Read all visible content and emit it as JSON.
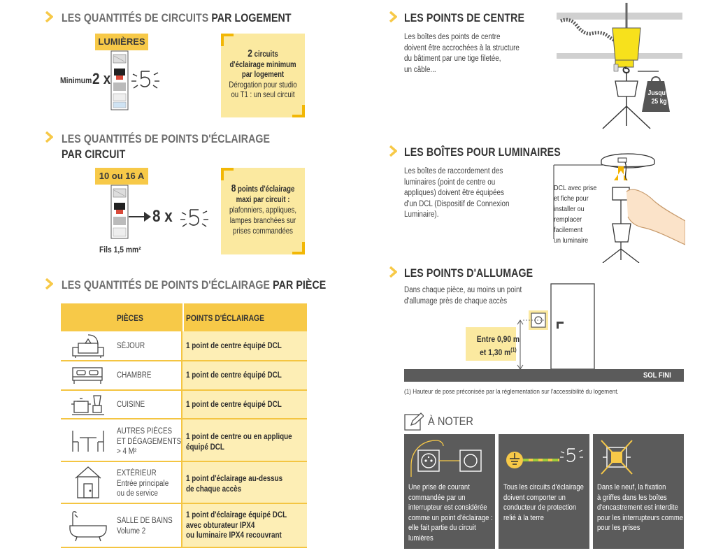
{
  "left": {
    "section1": {
      "title_prefix": "LES QUANTITÉS DE CIRCUITS",
      "title_suffix": "PAR LOGEMENT",
      "breaker_label": "LUMIÈRES",
      "minimum_label": "Minimum",
      "multiplier": "2 x",
      "callout": {
        "bold_num": "2",
        "bold_rest1": "circuits",
        "bold_rest2": "d'éclairage minimum",
        "bold_rest3": "par logement",
        "line1": "Dérogation pour studio",
        "line2": "ou T1 : un seul circuit"
      }
    },
    "section2": {
      "title_line1": "LES QUANTITÉS DE POINTS D'ÉCLAIRAGE",
      "title_line2": "PAR CIRCUIT",
      "breaker_label": "10 ou 16 A",
      "multiplier": "8 x",
      "wire_label": "Fils 1,5 mm²",
      "callout": {
        "bold_num": "8",
        "bold_rest1": "points d'éclairage",
        "bold_rest2": "maxi par circuit :",
        "line1": "plafonniers, appliques,",
        "line2": "lampes branchées sur",
        "line3": "prises commandées"
      }
    },
    "section3": {
      "title_prefix": "LES QUANTITÉS DE POINTS D'ÉCLAIRAGE",
      "title_suffix": "PAR PIÈCE",
      "table": {
        "col1": "PIÈCES",
        "col2": "POINTS D'ÉCLAIRAGE",
        "rows": [
          {
            "room": [
              "SÉJOUR"
            ],
            "icon": "sofa-lamp-icon",
            "points": [
              "1 point de centre équipé DCL"
            ]
          },
          {
            "room": [
              "CHAMBRE"
            ],
            "icon": "bed-icon",
            "points": [
              "1 point de centre équipé DCL"
            ]
          },
          {
            "room": [
              "CUISINE"
            ],
            "icon": "kitchen-icon",
            "points": [
              "1 point de centre équipé DCL"
            ]
          },
          {
            "room": [
              "AUTRES PIÈCES",
              "ET DÉGAGEMENTS",
              "> 4 M²"
            ],
            "icon": "table-chairs-icon",
            "points": [
              "1 point de centre ou en applique",
              "équipé DCL"
            ]
          },
          {
            "room": [
              "EXTÉRIEUR",
              "Entrée principale",
              "ou de service"
            ],
            "icon": "house-icon",
            "points": [
              "1 point d'éclairage au-dessus",
              "de chaque accès"
            ]
          },
          {
            "room": [
              "SALLE DE BAINS",
              "Volume 2"
            ],
            "icon": "bathtub-icon",
            "points": [
              "1 point d'éclairage équipé DCL",
              "avec obturateur IPX4",
              "ou luminaire IPX4 recouvrant"
            ]
          }
        ]
      }
    }
  },
  "right": {
    "centre": {
      "title": "LES POINTS DE CENTRE",
      "text": [
        "Les boîtes des points de centre",
        "doivent être accrochées à la structure",
        "du bâtiment par une tige filetée,",
        "un câble..."
      ],
      "weight_label": [
        "Jusqu'à",
        "25 kg"
      ]
    },
    "boites": {
      "title": "LES BOÎTES POUR LUMINAIRES",
      "text": [
        "Les boîtes de raccordement des",
        "luminaires (point de centre ou",
        "appliques) doivent être équipées",
        "d'un DCL (Dispositif de Connexion",
        "Luminaire)."
      ],
      "callout": [
        "DCL avec prise",
        "et fiche pour",
        "installer ou",
        "remplacer",
        "facilement",
        "un luminaire"
      ]
    },
    "allumage": {
      "title": "LES POINTS D'ALLUMAGE",
      "text": [
        "Dans chaque pièce, au moins un point",
        "d'allumage près de chaque accès"
      ],
      "height_label": [
        "Entre 0,90 m",
        "et 1,30 m"
      ],
      "footnote_mark": "(1)",
      "floor_label": "SOL FINI",
      "footnote": "(1) Hauteur de pose préconisée par la réglementation sur l'accessibilité du logement."
    },
    "noter": {
      "title": "À NOTER",
      "cards": [
        {
          "icon": "switched-socket-icon",
          "text": [
            "Une prise de courant",
            "commandée par un",
            "interrupteur est considérée",
            "comme un point d'éclairage :",
            "elle fait partie du circuit",
            "lumières"
          ]
        },
        {
          "icon": "earth-conductor-icon",
          "text": [
            "Tous les circuits d'éclairage",
            "doivent comporter un",
            "conducteur de protection",
            "relié à la terre"
          ]
        },
        {
          "icon": "no-claw-box-icon",
          "text": [
            "Dans le neuf, la fixation",
            "à griffes dans les boîtes",
            "d'encastrement est interdite",
            "pour les interrupteurs comme",
            "pour les prises"
          ]
        }
      ]
    }
  },
  "colors": {
    "accent": "#f7c948",
    "accent_light": "#fbe9a0",
    "gray_card": "#5b5b5b",
    "text": "#3c3c3c"
  }
}
